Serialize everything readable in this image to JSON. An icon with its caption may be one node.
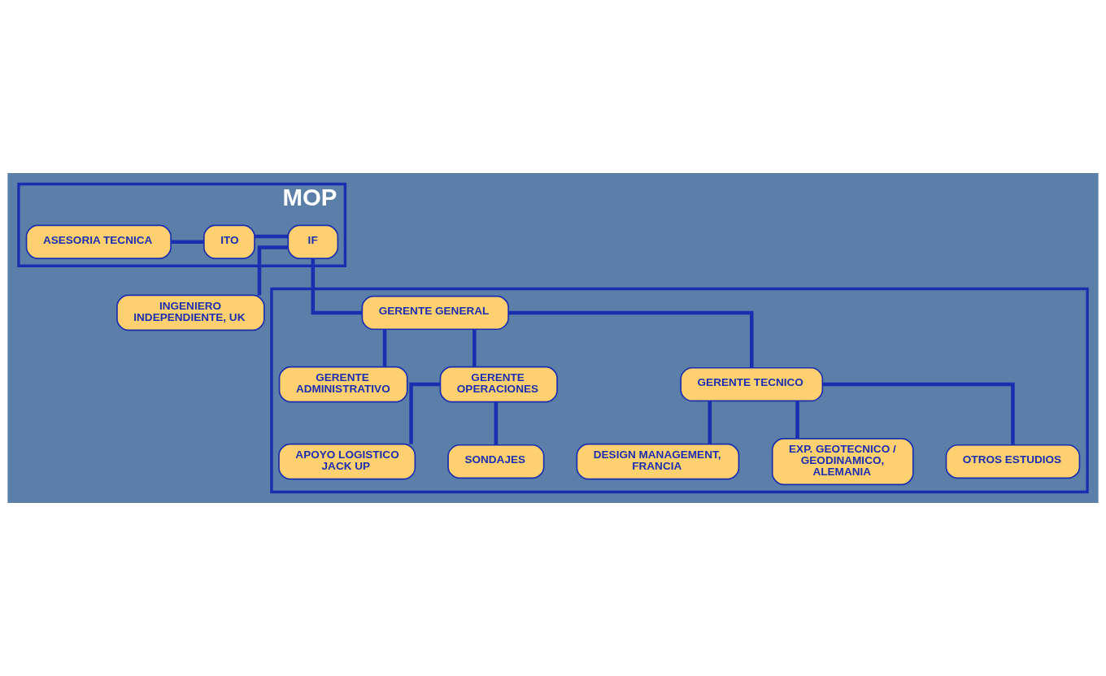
{
  "diagram": {
    "nodes": [
      {
        "text": [
          "MOP"
        ]
      },
      {
        "text": [
          "ASESORIA TECNICA"
        ],
        "in": 0
      },
      {
        "text": [
          "ITO"
        ],
        "in": 0
      },
      {
        "text": [
          "IF"
        ],
        "in": 0
      },
      {
        "text": [
          "INGENIERO INDEPENDIENTE, UK"
        ]
      },
      {
        "text": [],
        "shape": "box"
      },
      {
        "text": [
          "GERENTE GENERAL"
        ],
        "in": 5
      },
      {
        "text": [
          "GERENTE ADMINISTRATIVO"
        ],
        "in": 5
      },
      {
        "text": [
          "GERENTE OPERACIONES"
        ],
        "in": 5
      },
      {
        "text": [
          "GERENTE TECNICO"
        ],
        "in": 5
      },
      {
        "text": [
          "DESIGN MANAGEMENT, FRANCIA"
        ],
        "in": 5
      },
      {
        "text": [
          "APOYO LOGISTICO JACK UP"
        ],
        "in": 5
      },
      {
        "text": [
          "SONDAJES"
        ],
        "in": 5
      },
      {
        "text": [
          "EXP. GEOTECNICO / GEODINAMICO, ALEMANIA"
        ],
        "in": 5
      },
      {
        "text": [
          "OTROS ESTUDIOS"
        ],
        "in": 5
      }
    ],
    "edges": [
      {
        "from": 1,
        "to": 2,
        "arrow": "none"
      },
      {
        "from": 2,
        "to": 3,
        "arrow": "none"
      },
      {
        "from": 3,
        "to": 6,
        "arrow": "none"
      },
      {
        "from": 3,
        "to": 4,
        "arrow": "none"
      },
      {
        "from": 6,
        "to": 7,
        "arrow": "none"
      },
      {
        "from": 6,
        "to": 8,
        "arrow": "none"
      },
      {
        "from": 6,
        "to": 9,
        "arrow": "none"
      },
      {
        "from": 8,
        "to": 11,
        "arrow": "none"
      },
      {
        "from": 8,
        "to": 12,
        "arrow": "none"
      },
      {
        "from": 9,
        "to": 10,
        "arrow": "none"
      },
      {
        "from": 9,
        "to": 13,
        "arrow": "none"
      },
      {
        "from": 9,
        "to": 14,
        "arrow": "none"
      }
    ]
  }
}
